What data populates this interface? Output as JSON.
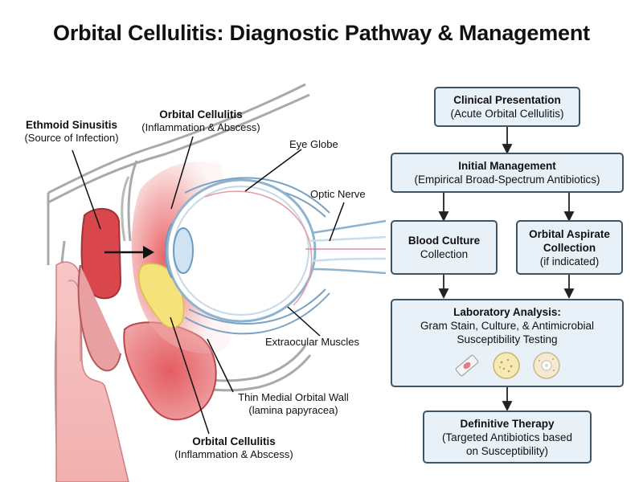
{
  "title": "Orbital Cellulitis: Diagnostic Pathway & Management",
  "anatomy_labels": {
    "ethmoid": {
      "title": "Ethmoid Sinusitis",
      "sub": "(Source of Infection)"
    },
    "cellulitis_top": {
      "title": "Orbital Cellulitis",
      "sub": "(Inflammation & Abscess)"
    },
    "eye_globe": "Eye Globe",
    "optic_nerve": "Optic Nerve",
    "extraocular": "Extraocular Muscles",
    "medial_wall": {
      "line1": "Thin Medial Orbital Wall",
      "line2": "(lamina papyracea)"
    },
    "cellulitis_bottom": {
      "title": "Orbital Cellulitis",
      "sub": "(Inflammation & Abscess)"
    }
  },
  "flow": {
    "clinical": {
      "title": "Clinical Presentation",
      "sub": "(Acute Orbital Cellulitis)"
    },
    "initial": {
      "title": "Initial Management",
      "sub": "(Empirical Broad-Spectrum Antibiotics)"
    },
    "blood": {
      "title": "Blood Culture",
      "sub": "Collection"
    },
    "aspirate": {
      "title": "Orbital Aspirate",
      "title2": "Collection",
      "sub": "(if indicated)"
    },
    "lab": {
      "title": "Laboratory Analysis:",
      "line1": "Gram Stain, Culture, & Antimicrobial",
      "line2": "Susceptibility Testing"
    },
    "definitive": {
      "title": "Definitive Therapy",
      "line1": "(Targeted Antibiotics based",
      "line2": "on Susceptibility)"
    }
  },
  "colors": {
    "box_fill": "#e8f0f8",
    "box_border": "#3f5566",
    "inflammation": "#e8656a",
    "abscess": "#f5e27a",
    "sinus": "#d9474c",
    "globe_outline": "#8fb2cf"
  }
}
